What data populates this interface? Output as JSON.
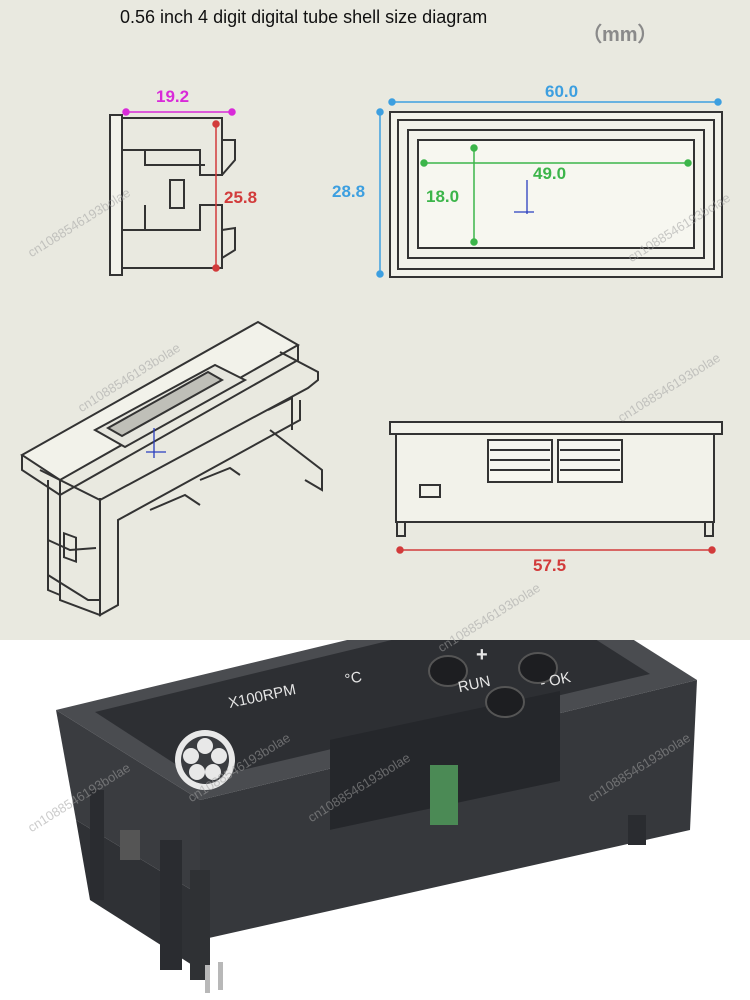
{
  "header": {
    "title": "0.56 inch 4 digit digital tube shell size diagram",
    "unit": "（mm）"
  },
  "dimensions": {
    "side_width": "19.2",
    "side_height": "25.8",
    "front_width": "60.0",
    "front_height": "28.8",
    "window_width": "49.0",
    "window_height": "18.0",
    "bottom_width": "57.5"
  },
  "device": {
    "unit_label": "X100RPM",
    "temp_label": "°C",
    "plus_label": "+",
    "run_label": "RUN",
    "minus_ok_label": "- OK"
  },
  "watermark": "cn1088546193bolae",
  "colors": {
    "magenta": "#d92ad9",
    "red": "#d23b3b",
    "blue": "#3d9fe0",
    "green": "#3cb54a",
    "background": "#e9e9e0",
    "housing": "#3a3c3f"
  }
}
